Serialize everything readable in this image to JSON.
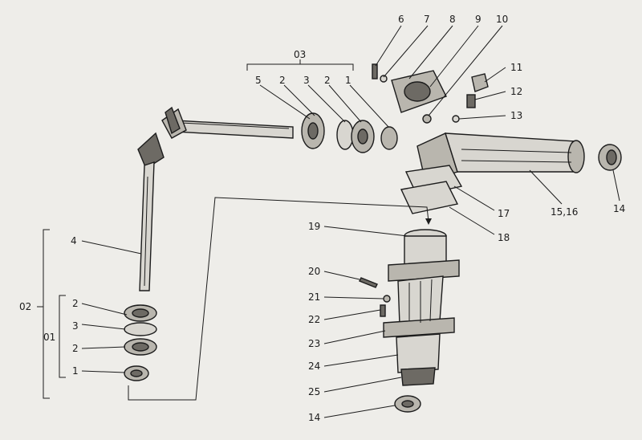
{
  "callouts": [
    {
      "id": "6",
      "label": "6"
    },
    {
      "id": "7",
      "label": "7"
    },
    {
      "id": "8",
      "label": "8"
    },
    {
      "id": "9",
      "label": "9"
    },
    {
      "id": "10",
      "label": "10"
    },
    {
      "id": "03",
      "label": "03"
    },
    {
      "id": "5",
      "label": "5"
    },
    {
      "id": "2a",
      "label": "2"
    },
    {
      "id": "3a",
      "label": "3"
    },
    {
      "id": "2b",
      "label": "2"
    },
    {
      "id": "1a",
      "label": "1"
    },
    {
      "id": "11",
      "label": "11"
    },
    {
      "id": "12",
      "label": "12"
    },
    {
      "id": "13",
      "label": "13"
    },
    {
      "id": "4",
      "label": "4"
    },
    {
      "id": "02",
      "label": "02"
    },
    {
      "id": "01",
      "label": "01"
    },
    {
      "id": "2c",
      "label": "2"
    },
    {
      "id": "3b",
      "label": "3"
    },
    {
      "id": "2d",
      "label": "2"
    },
    {
      "id": "1b",
      "label": "1"
    },
    {
      "id": "19",
      "label": "19"
    },
    {
      "id": "17",
      "label": "17"
    },
    {
      "id": "18",
      "label": "18"
    },
    {
      "id": "15_16",
      "label": "15,16"
    },
    {
      "id": "14a",
      "label": "14"
    },
    {
      "id": "20",
      "label": "20"
    },
    {
      "id": "21",
      "label": "21"
    },
    {
      "id": "22",
      "label": "22"
    },
    {
      "id": "23",
      "label": "23"
    },
    {
      "id": "24",
      "label": "24"
    },
    {
      "id": "25",
      "label": "25"
    },
    {
      "id": "14b",
      "label": "14"
    }
  ]
}
